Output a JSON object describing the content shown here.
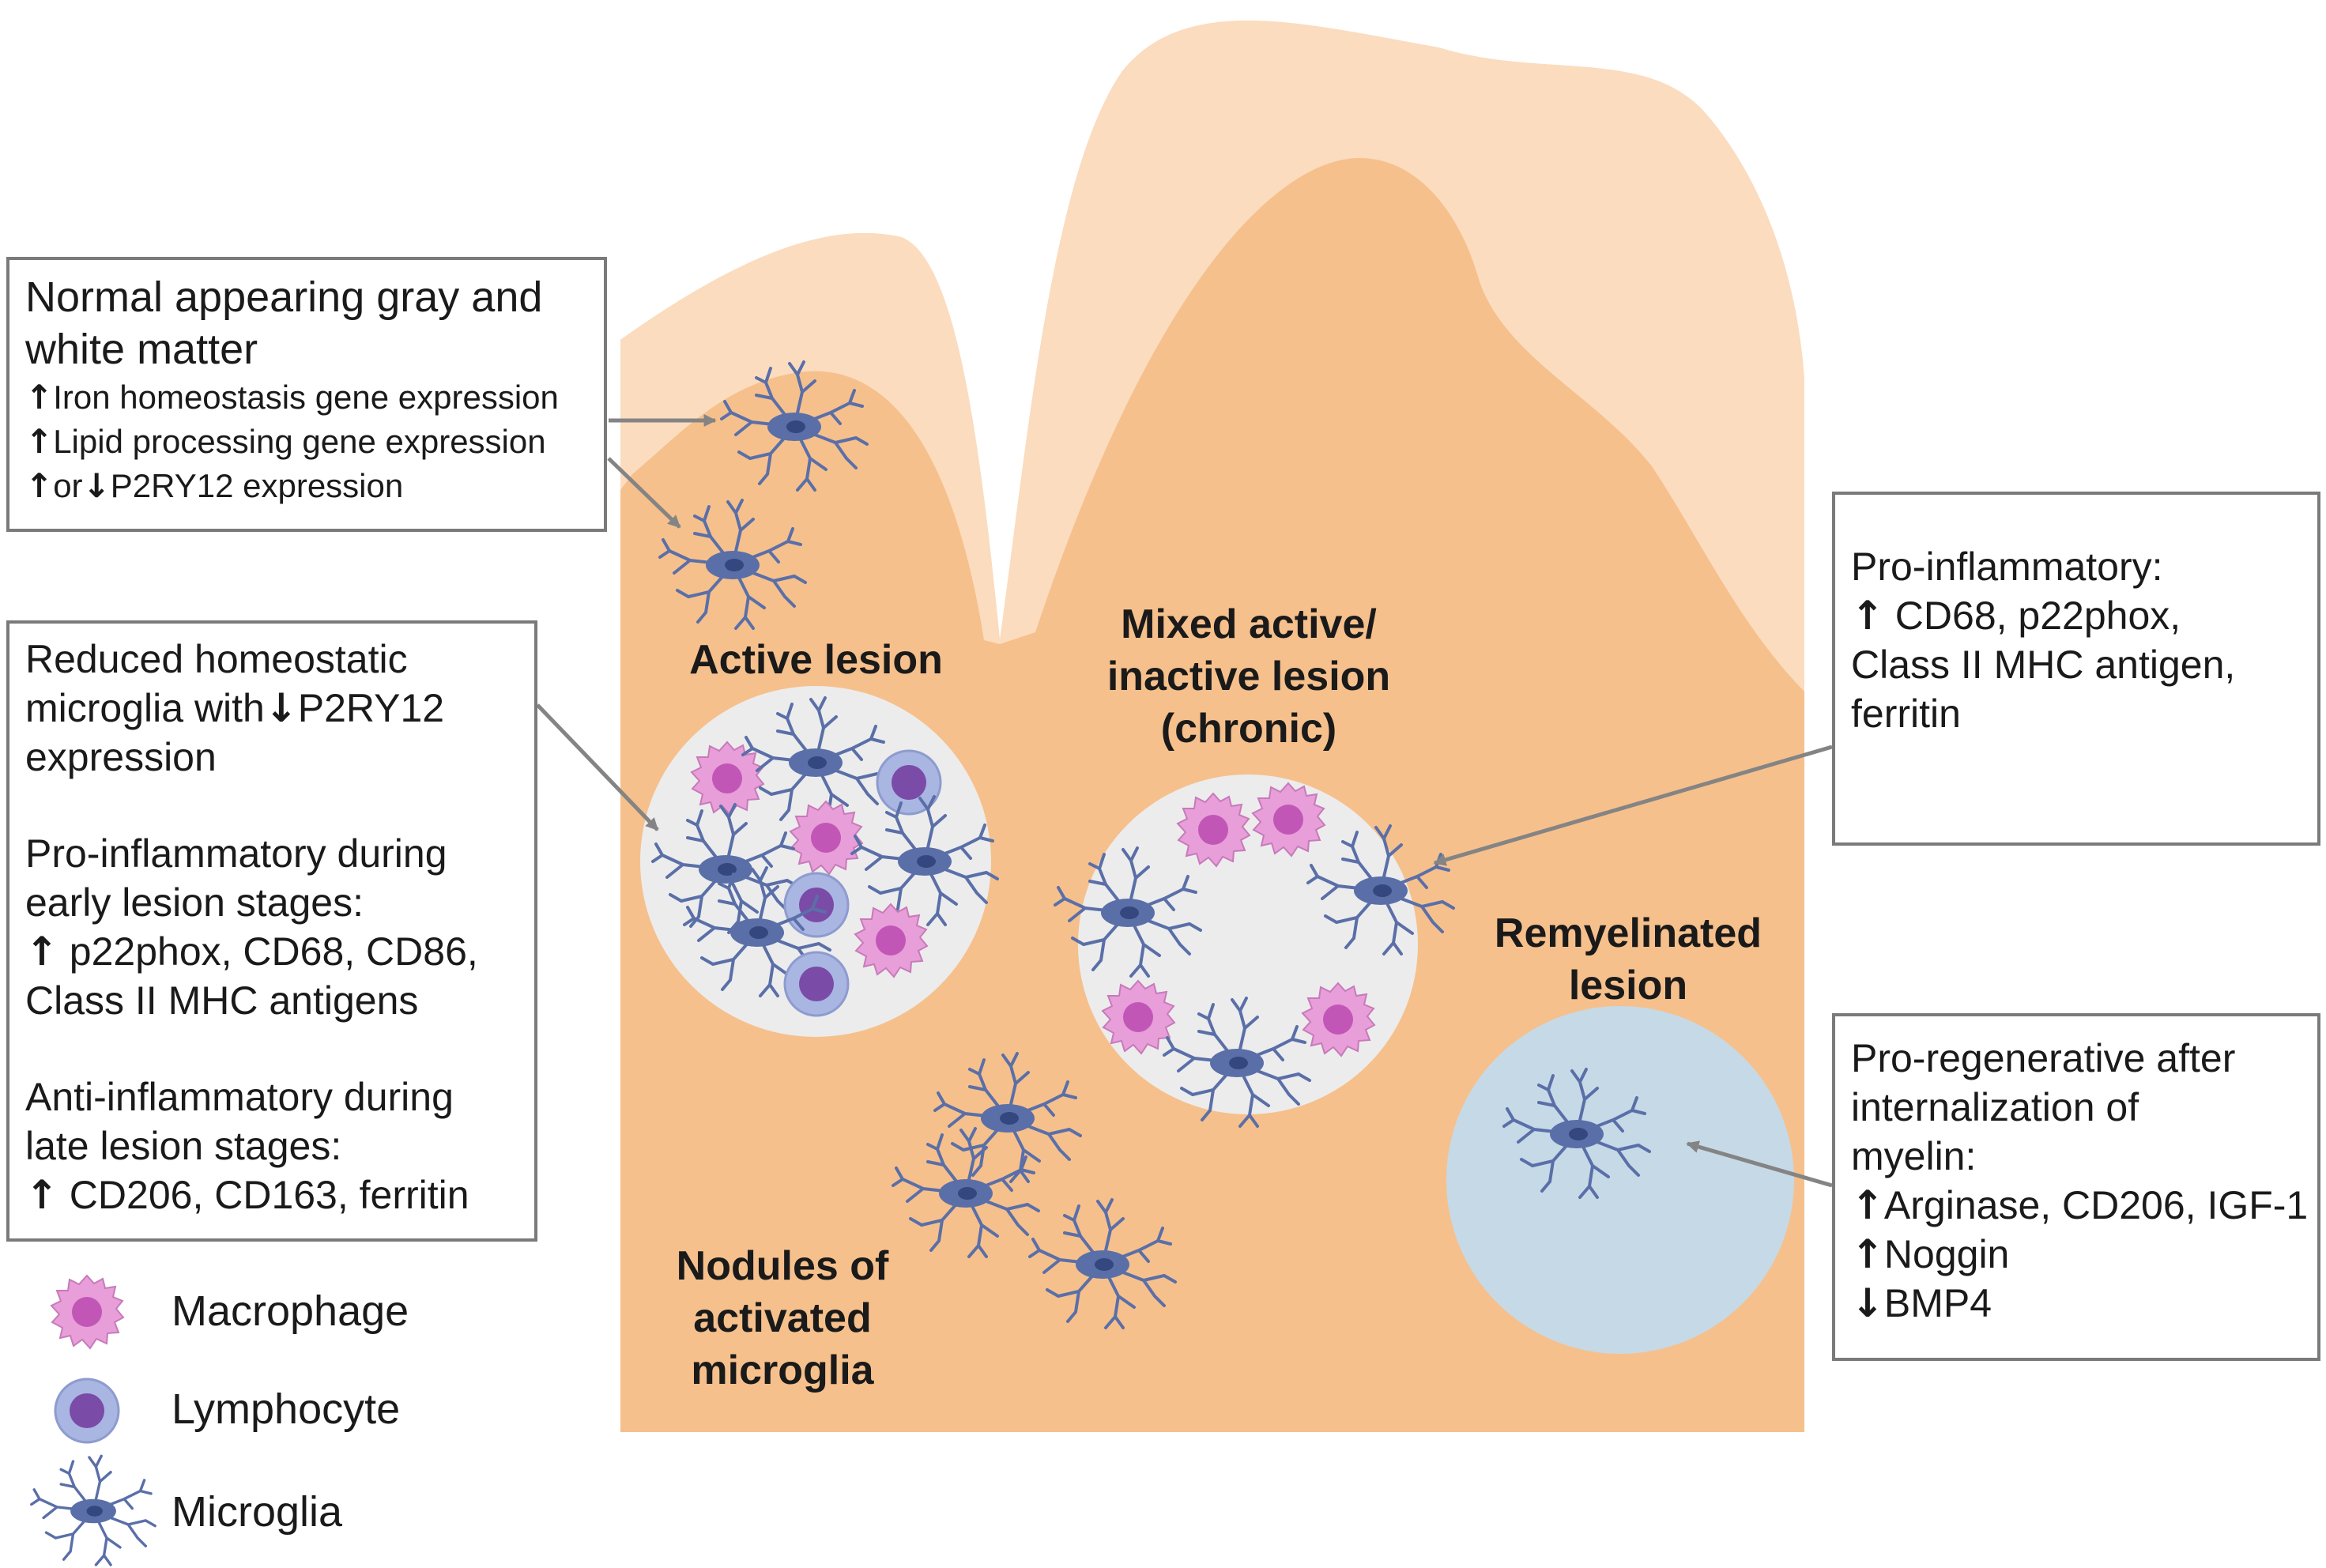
{
  "boxes": {
    "normal": {
      "title_line1": "Normal appearing gray and",
      "title_line2": "white matter",
      "lines": [
        {
          "arrow": "↑",
          "text": "Iron homeostasis gene expression"
        },
        {
          "arrow": "↑",
          "text": "Lipid processing gene expression"
        }
      ],
      "p2ry12": {
        "arrow_up": "↑",
        "or": "or",
        "arrow_down": "↓",
        "text": "P2RY12 expression"
      }
    },
    "active": {
      "line1": "Reduced homeostatic",
      "line2_prefix": "microglia with",
      "line2_arrow": "↓",
      "line2_suffix": "P2RY12",
      "line3": "expression",
      "pro_line1": "Pro-inflammatory during",
      "pro_line2": "early lesion stages:",
      "pro_arrow": "↑",
      "pro_line3": " p22phox, CD68, CD86,",
      "pro_line4": "Class II MHC antigens",
      "anti_line1": "Anti-inflammatory during",
      "anti_line2": "late lesion stages:",
      "anti_arrow": "↑",
      "anti_line3": " CD206, CD163, ferritin"
    },
    "mixed": {
      "line1": "Pro-inflammatory:",
      "arrow": "↑",
      "line2": " CD68, p22phox,",
      "line3": "Class II MHC antigen,",
      "line4": "ferritin"
    },
    "remyelinated": {
      "line1": "Pro-regenerative after",
      "line2": "internalization of",
      "line3": "myelin:",
      "items": [
        {
          "arrow": "↑",
          "text": "Arginase, CD206, IGF-1"
        },
        {
          "arrow": "↑",
          "text": "Noggin"
        },
        {
          "arrow": "↓",
          "text": "BMP4"
        }
      ]
    }
  },
  "labels": {
    "active_lesion": "Active lesion",
    "mixed_line1": "Mixed active/",
    "mixed_line2": "inactive lesion",
    "mixed_line3": "(chronic)",
    "remyelinated_line1": "Remyelinated",
    "remyelinated_line2": "lesion",
    "nodules_line1": "Nodules of",
    "nodules_line2": "activated",
    "nodules_line3": "microglia"
  },
  "legend": {
    "macrophage": "Macrophage",
    "lymphocyte": "Lymphocyte",
    "microglia": "Microglia"
  },
  "colors": {
    "gray_matter": "#f6c08c",
    "white_matter": "#fbdcbf",
    "lesion_fill": "#ececec",
    "remyelinated_fill": "#c6d9e6",
    "macrophage": "#e79ed9",
    "macrophage_nucleus": "#c256b6",
    "lymphocyte": "#a9b6e2",
    "lymphocyte_nucleus": "#7b4ba8",
    "microglia": "#5a6fa8",
    "connector": "#848484"
  }
}
